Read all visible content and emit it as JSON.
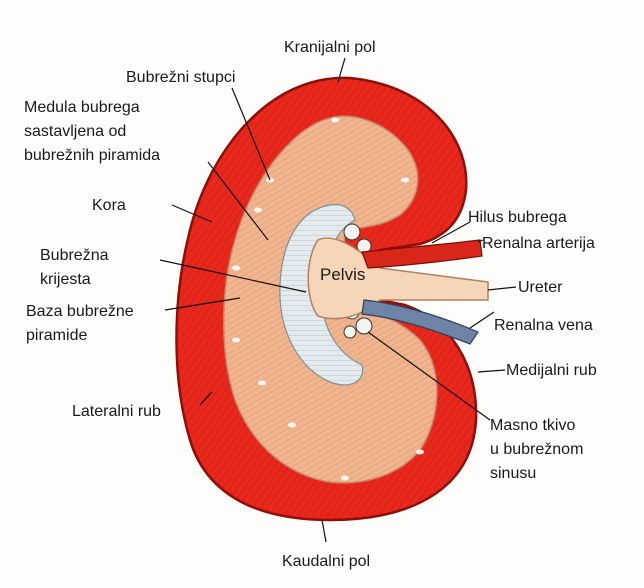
{
  "labels": {
    "kranijalni_pol": "Kranijalni pol",
    "bubrezni_stupci": "Bubrežni stupci",
    "medula_1": "Medula bubrega",
    "medula_2": "sastavljena od",
    "medula_3": "bubrežnih piramida",
    "kora": "Kora",
    "bubrezna_krijesta_1": "Bubrežna",
    "bubrezna_krijesta_2": "krijesta",
    "baza_1": "Baza bubrežne",
    "baza_2": "piramide",
    "lateralni_rub": "Lateralni rub",
    "kaudalni_pol": "Kaudalni pol",
    "hilus": "Hilus bubrega",
    "renalna_arterija": "Renalna arterija",
    "ureter": "Ureter",
    "renalna_vena": "Renalna vena",
    "medijalni_rub": "Medijalni rub",
    "masno_1": "Masno tkivo",
    "masno_2": "u bubrežnom",
    "masno_3": "sinusu",
    "pelvis": "Pelvis"
  },
  "colors": {
    "cortex": "#e8281c",
    "cortex_dark": "#b3120c",
    "medulla": "#f0b58f",
    "pelvis": "#f6d6b8",
    "calyx": "#dfe6ea",
    "artery": "#d8261a",
    "vein": "#5a6f90",
    "fat": "#f4f4ee"
  }
}
